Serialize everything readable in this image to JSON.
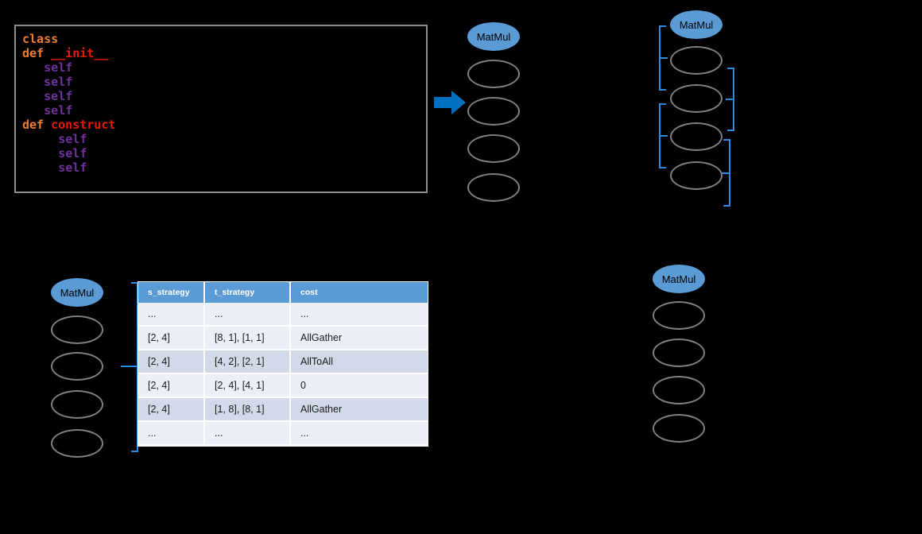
{
  "code_panel": {
    "lines": [
      {
        "indent": 0,
        "tokens": [
          {
            "text": "class",
            "style": "orange"
          }
        ]
      },
      {
        "indent": 0,
        "tokens": [
          {
            "text": "def ",
            "style": "orange"
          },
          {
            "text": "__init__",
            "style": "red"
          }
        ]
      },
      {
        "indent": 3,
        "tokens": [
          {
            "text": "self",
            "style": "purple"
          }
        ]
      },
      {
        "indent": 3,
        "tokens": [
          {
            "text": "self",
            "style": "purple"
          }
        ]
      },
      {
        "indent": 3,
        "tokens": [
          {
            "text": "self",
            "style": "purple"
          }
        ]
      },
      {
        "indent": 3,
        "tokens": [
          {
            "text": "self",
            "style": "purple"
          }
        ]
      },
      {
        "indent": 0,
        "tokens": [
          {
            "text": "def ",
            "style": "orange"
          },
          {
            "text": "construct",
            "style": "red"
          }
        ]
      },
      {
        "indent": 5,
        "tokens": [
          {
            "text": "self",
            "style": "purple"
          }
        ]
      },
      {
        "indent": 5,
        "tokens": [
          {
            "text": "self",
            "style": "purple"
          }
        ]
      },
      {
        "indent": 5,
        "tokens": [
          {
            "text": "self",
            "style": "purple"
          }
        ]
      }
    ],
    "text_flat": "class\ndef __init__\n    self\n    self\n    self\n    self\ndef construct\n      self\n      self\n      self"
  },
  "flow_arrow": {
    "direction": "right",
    "color": "#0070C0"
  },
  "graphs": {
    "top_middle": {
      "header_label": "MatMul",
      "node_count": 4,
      "node_labels": [
        "",
        "",
        "",
        ""
      ]
    },
    "top_right": {
      "header_label": "MatMul",
      "node_count": 4,
      "node_labels": [
        "",
        "",
        "",
        ""
      ],
      "bracket_color": "#2E8BE0"
    },
    "bottom_left": {
      "header_label": "MatMul",
      "node_count": 4,
      "node_labels": [
        "",
        "",
        "",
        ""
      ]
    },
    "bottom_right": {
      "header_label": "MatMul",
      "node_count": 4,
      "node_labels": [
        "",
        "",
        "",
        ""
      ]
    }
  },
  "strategy_table": {
    "columns": [
      "s_strategy",
      "t_strategy",
      "cost"
    ],
    "rows": [
      {
        "s_strategy": "...",
        "t_strategy": "...",
        "cost": "..."
      },
      {
        "s_strategy": "[2, 4]",
        "t_strategy": "[8, 1], [1, 1]",
        "cost": "AllGather"
      },
      {
        "s_strategy": "[2, 4]",
        "t_strategy": "[4, 2], [2, 1]",
        "cost": "AllToAll"
      },
      {
        "s_strategy": "[2, 4]",
        "t_strategy": "[2, 4], [4, 1]",
        "cost": "0"
      },
      {
        "s_strategy": "[2, 4]",
        "t_strategy": "[1, 8], [8, 1]",
        "cost": "AllGather"
      },
      {
        "s_strategy": "...",
        "t_strategy": "...",
        "cost": "..."
      }
    ]
  },
  "colors": {
    "background": "#000000",
    "accent_blue": "#5B9BD5",
    "arrow_blue": "#0070C0",
    "bracket_blue": "#2E8BE0",
    "node_outline": "#808080",
    "table_header_bg": "#5B9BD5",
    "table_row_dark": "#D2DAEA",
    "table_row_light": "#EBEFF8",
    "code_keyword": "#ED7D31",
    "code_function": "#E8170B",
    "code_self": "#7030A0"
  }
}
